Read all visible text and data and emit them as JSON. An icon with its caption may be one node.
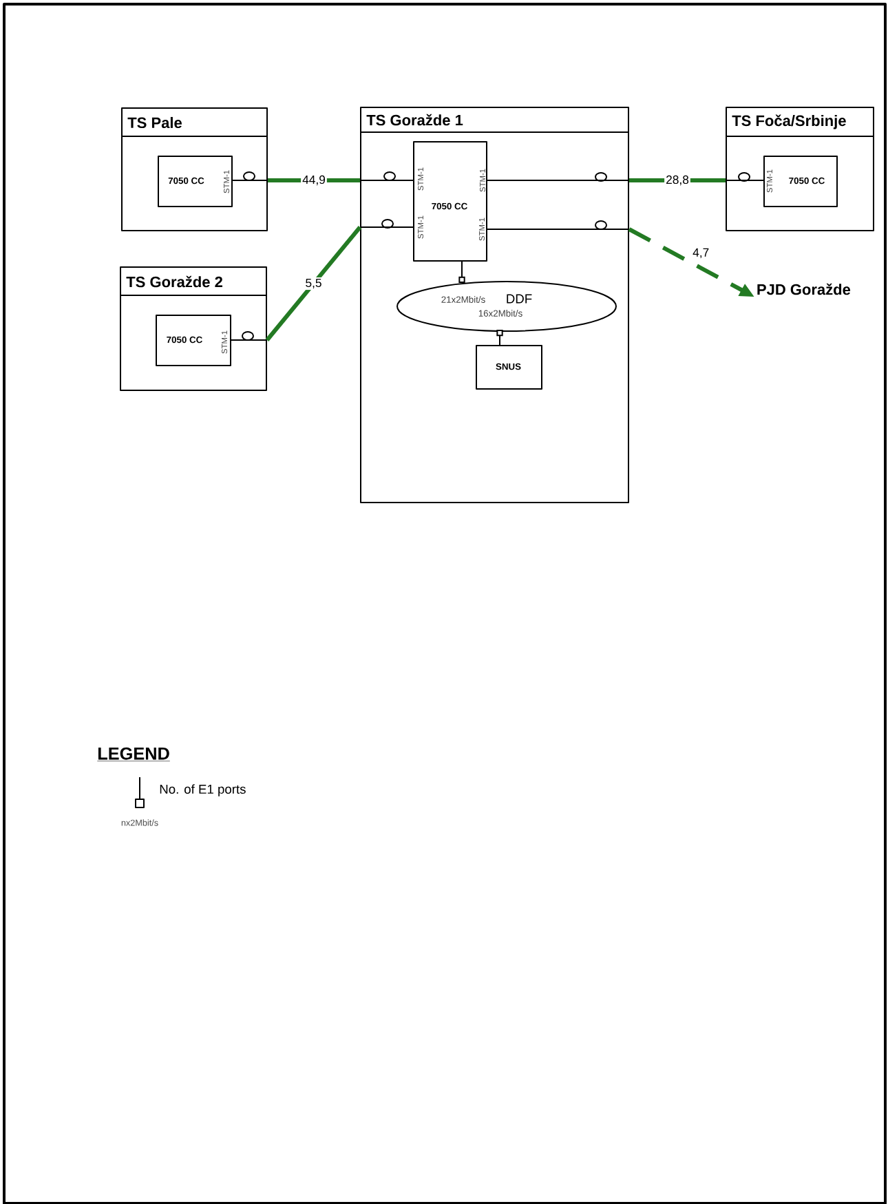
{
  "diagram": {
    "nodes": [
      {
        "text": [
          "TS Pale"
        ]
      },
      {
        "text": [
          "7050 CC"
        ],
        "in": 0
      },
      {
        "text": [
          "TS Goražde 2"
        ]
      },
      {
        "text": [
          "7050 CC"
        ],
        "in": 2
      },
      {
        "text": [
          "TS Goražde 1"
        ]
      },
      {
        "text": [
          "7050 CC"
        ],
        "in": 4
      },
      {
        "text": [
          "DDF"
        ],
        "in": 4
      },
      {
        "text": [
          "SNUS"
        ],
        "in": 4
      },
      {
        "text": [
          "TS Foča/Srbinje"
        ]
      },
      {
        "text": [
          "7050 CC"
        ],
        "in": 8
      },
      {
        "text": [
          "PJD Goražde"
        ]
      }
    ],
    "edges": [
      {
        "from": 0,
        "to": 4,
        "arrow": "none",
        "label": "44,9"
      },
      {
        "from": 2,
        "to": 4,
        "arrow": "none",
        "label": "5,5"
      },
      {
        "from": 4,
        "to": 8,
        "arrow": "none",
        "label": "28,8"
      },
      {
        "from": 4,
        "to": 10,
        "arrow": "to",
        "label": "4,7",
        "style": "dashed"
      },
      {
        "from": 5,
        "to": 6,
        "arrow": "other",
        "color": "#000000"
      },
      {
        "from": 7,
        "to": 6,
        "arrow": "other",
        "color": "#000000"
      }
    ],
    "labels": [
      "STM-1",
      "STM-1",
      "STM-1",
      "STM-1",
      "STM-1",
      "STM-1",
      "21x2Mbit/s",
      "16x2Mbit/s",
      "STM-1",
      "LEGEND",
      "nx2Mbit/s"
    ],
    "legend": [
      {
        "text": "No. of E1 ports"
      }
    ]
  }
}
